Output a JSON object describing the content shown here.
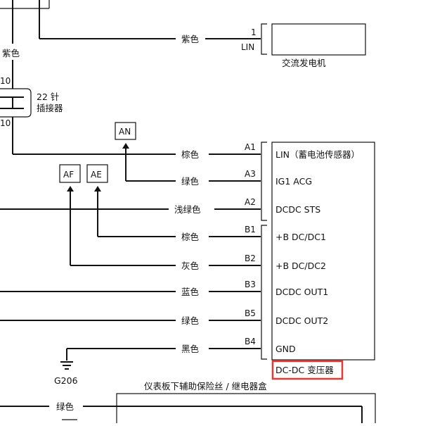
{
  "left_top": {
    "color_label": "紫色",
    "pin_top": "10",
    "pin_bottom": "10",
    "connector_line1": "22 针",
    "connector_line2": "插接器"
  },
  "alternator": {
    "wire_color": "紫色",
    "pin_number": "1",
    "pin_name": "LIN",
    "title": "交流发电机"
  },
  "refs": {
    "an": "AN",
    "af": "AF",
    "ae": "AE"
  },
  "converter": {
    "title": "DC-DC 变压器",
    "highlight_color": "#e53935",
    "pins": [
      {
        "wire_color": "棕色",
        "pin": "A1",
        "function": "LIN（蓄电池传感器）"
      },
      {
        "wire_color": "绿色",
        "pin": "A3",
        "function": "IG1 ACG"
      },
      {
        "wire_color": "浅绿色",
        "pin": "A2",
        "function": "DCDC STS"
      },
      {
        "wire_color": "棕色",
        "pin": "B1",
        "function": "+B DC/DC1"
      },
      {
        "wire_color": "灰色",
        "pin": "B2",
        "function": "+B DC/DC2"
      },
      {
        "wire_color": "蓝色",
        "pin": "B3",
        "function": "DCDC OUT1"
      },
      {
        "wire_color": "绿色",
        "pin": "B5",
        "function": "DCDC OUT2"
      },
      {
        "wire_color": "黑色",
        "pin": "B4",
        "function": "GND"
      }
    ]
  },
  "ground": {
    "label": "G206"
  },
  "fuse_box": {
    "title": "仪表板下辅助保险丝 / 继电器盒",
    "wire_color": "绿色"
  }
}
